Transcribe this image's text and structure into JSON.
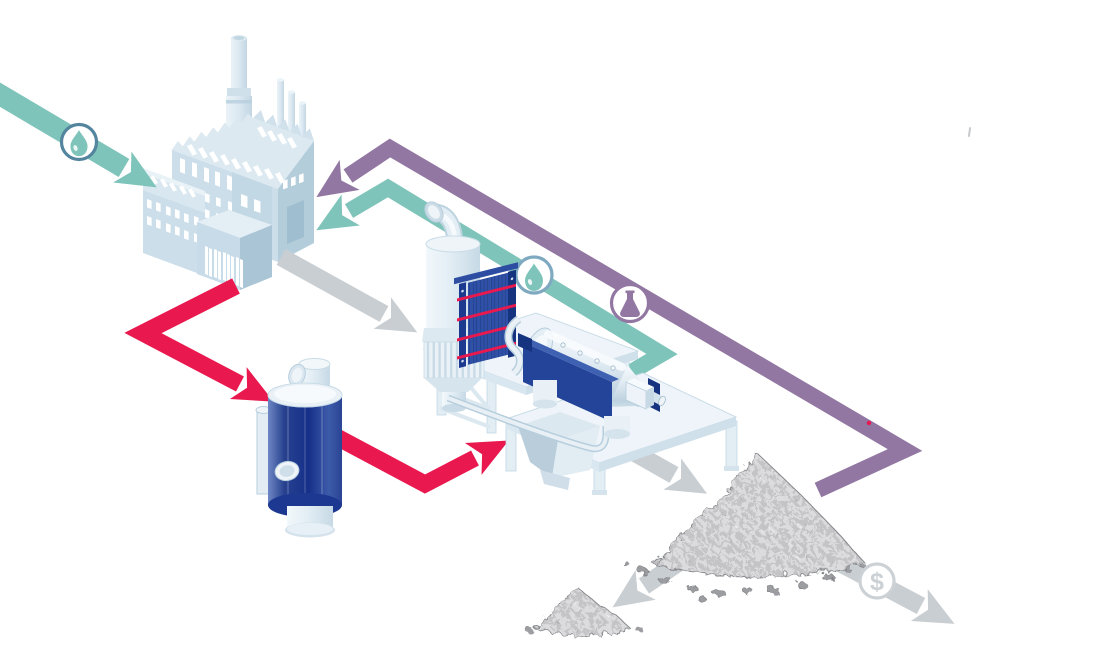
{
  "colors": {
    "background": "#ffffff",
    "teal": "#7fc4ba",
    "purple": "#9277a2",
    "red": "#e9194f",
    "arrow_gray": "#c9ced2",
    "navy": "#24449a",
    "navy_dark": "#16337f",
    "navy_mid": "#3f61b2",
    "equip_light": "#e9f1f6",
    "equip_line": "#b7cedd",
    "wall": "#ccdeea",
    "wall_dark": "#b4cddb",
    "roof": "#dce9f1",
    "roof_light": "#e9f2f7",
    "pile_gray": "#8f9094",
    "ring_blue": "#54859f",
    "ring_blue_light": "#7fa9c0",
    "dollar_gray": "#ccd1d5"
  },
  "icons": {
    "water_drop_in": "water-drop",
    "water_drop_return": "water-drop",
    "flask_return": "flask",
    "dollar": "$"
  },
  "nodes": {
    "plant": "factory-plant",
    "heat_exchanger_tank": "heat-exchanger-tank",
    "cyclone": "cyclone-vessel",
    "plate_heat_exchanger": "plate-heat-exchanger",
    "decanter": "decanter-centrifuge",
    "big_pile": "sludge-cake-pile",
    "small_pile": "small-sludge-pile"
  },
  "flows": [
    {
      "id": "water-inflow",
      "color_key": "teal",
      "icon": "water-drop",
      "from": "offscreen-left",
      "to": "plant"
    },
    {
      "id": "sludge-feed",
      "color_key": "arrow_gray",
      "from": "plant",
      "to": "treatment-line"
    },
    {
      "id": "heating-loop-supply",
      "color_key": "red",
      "from": "plant",
      "to": "heat-exchanger-tank"
    },
    {
      "id": "heating-loop-return",
      "color_key": "red",
      "from": "heat-exchanger-tank",
      "to": "treatment-line"
    },
    {
      "id": "centrate-water-return",
      "color_key": "teal",
      "icon": "water-drop",
      "from": "decanter-centrifuge",
      "to": "plant"
    },
    {
      "id": "recovered-product-return",
      "color_key": "purple",
      "icon": "flask",
      "from": "sludge-cake-pile",
      "to": "plant"
    },
    {
      "id": "cake-discharge",
      "color_key": "arrow_gray",
      "from": "treatment-platform",
      "to": "sludge-cake-pile"
    },
    {
      "id": "cake-to-small-pile",
      "color_key": "arrow_gray",
      "from": "sludge-cake-pile",
      "to": "small-sludge-pile"
    },
    {
      "id": "cake-to-revenue",
      "color_key": "arrow_gray",
      "icon": "dollar",
      "from": "sludge-cake-pile",
      "to": "offscreen-right"
    }
  ]
}
